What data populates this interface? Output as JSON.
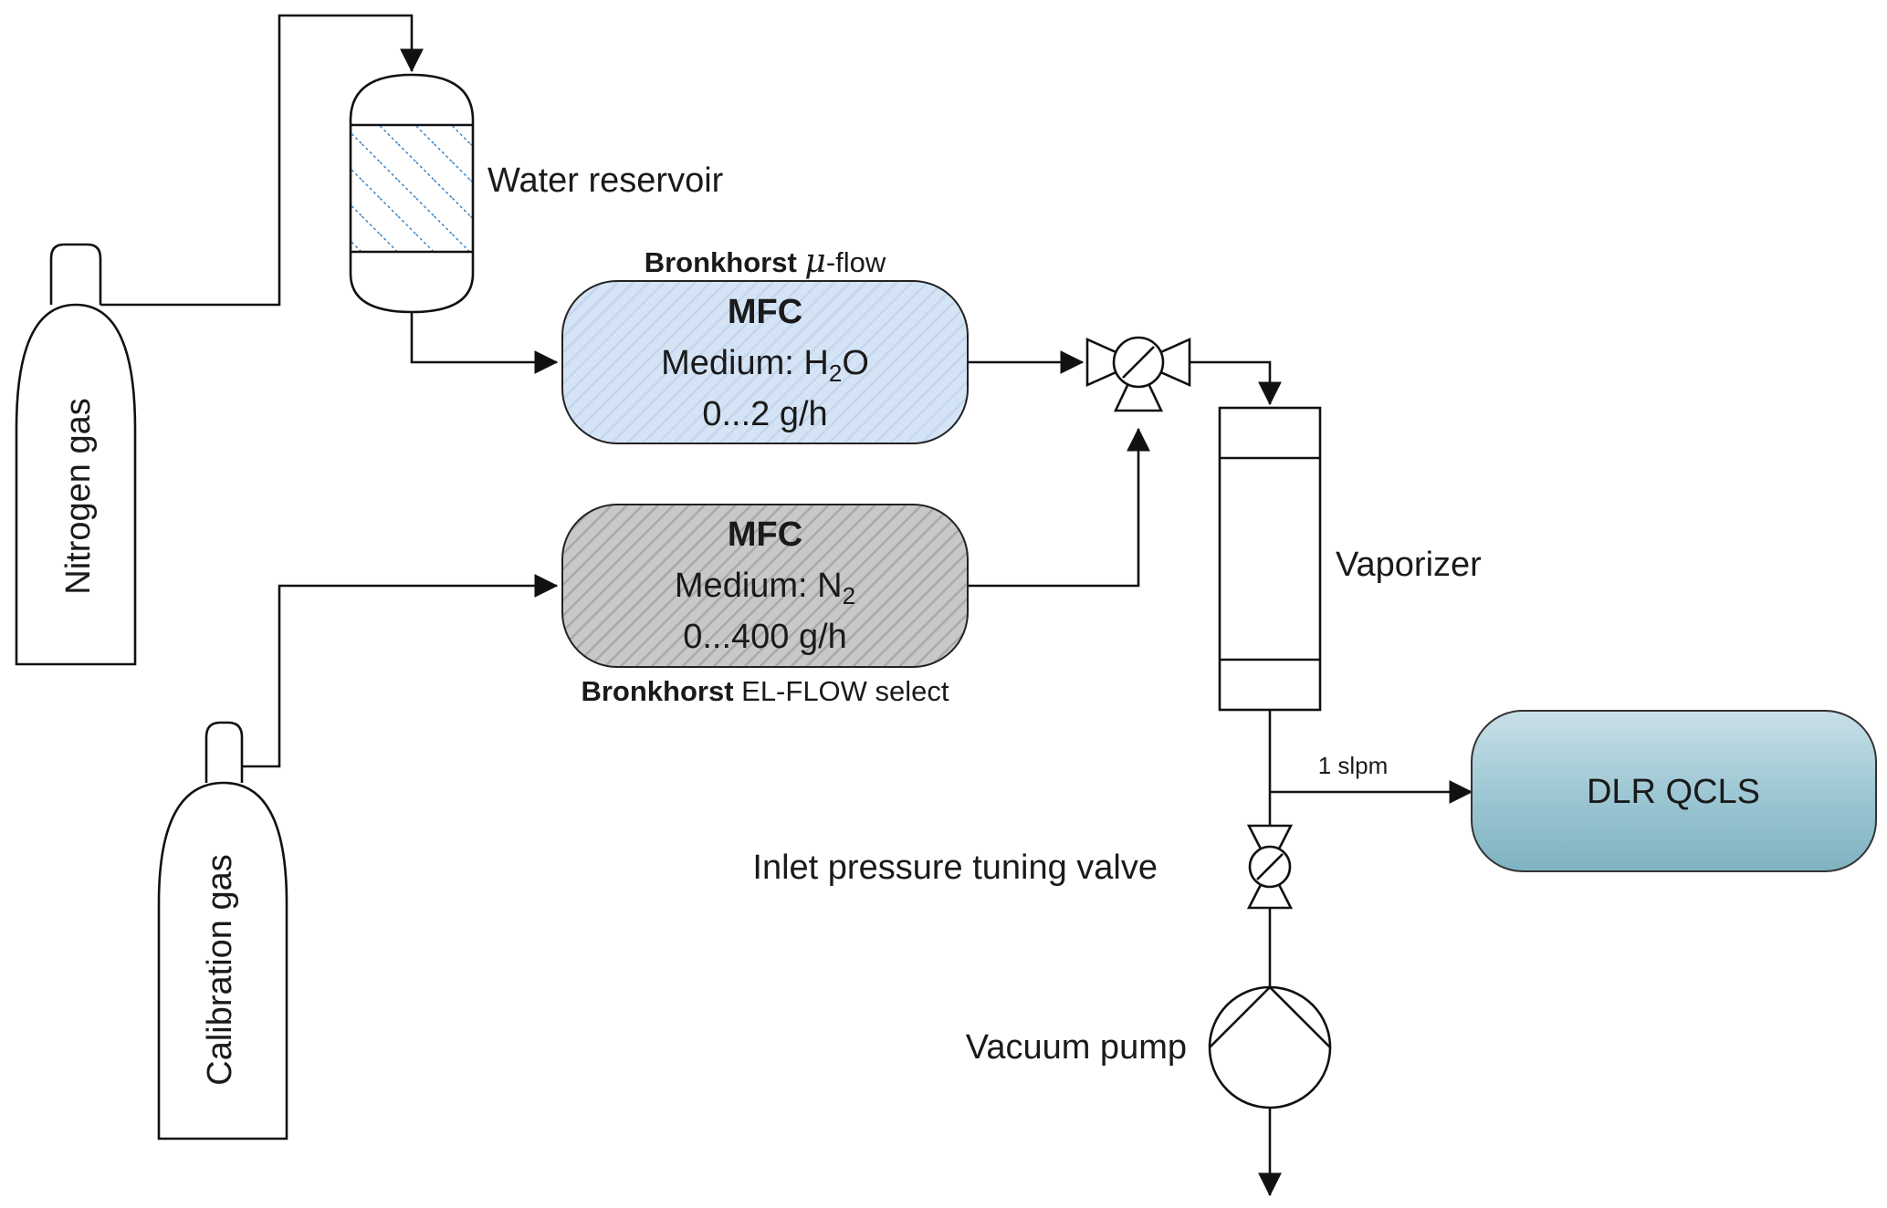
{
  "labels": {
    "nitrogen_gas": "Nitrogen gas",
    "calibration_gas": "Calibration gas",
    "water_reservoir": "Water reservoir",
    "vaporizer": "Vaporizer",
    "inlet_valve": "Inlet pressure tuning valve",
    "vacuum_pump": "Vacuum pump",
    "flow_rate": "1 slpm",
    "qcls": "DLR QCLS"
  },
  "mfc_water": {
    "brand": "Bronkhorst",
    "model_symbol": "μ",
    "model_suffix": "-flow",
    "title": "MFC",
    "medium_prefix": "Medium: H",
    "medium_sub": "2",
    "medium_suffix": "O",
    "range": "0...2 g/h"
  },
  "mfc_nitrogen": {
    "brand": "Bronkhorst",
    "model": " EL-FLOW select",
    "title": "MFC",
    "medium_prefix": "Medium: N",
    "medium_sub": "2",
    "range": "0...400 g/h"
  },
  "colors": {
    "mfc_water_fill": "#cfe0f4",
    "mfc_nitrogen_fill": "#bcbcbc",
    "qcls_fill": "#9cc6d2",
    "reservoir_hatch": "#3d83c9"
  }
}
